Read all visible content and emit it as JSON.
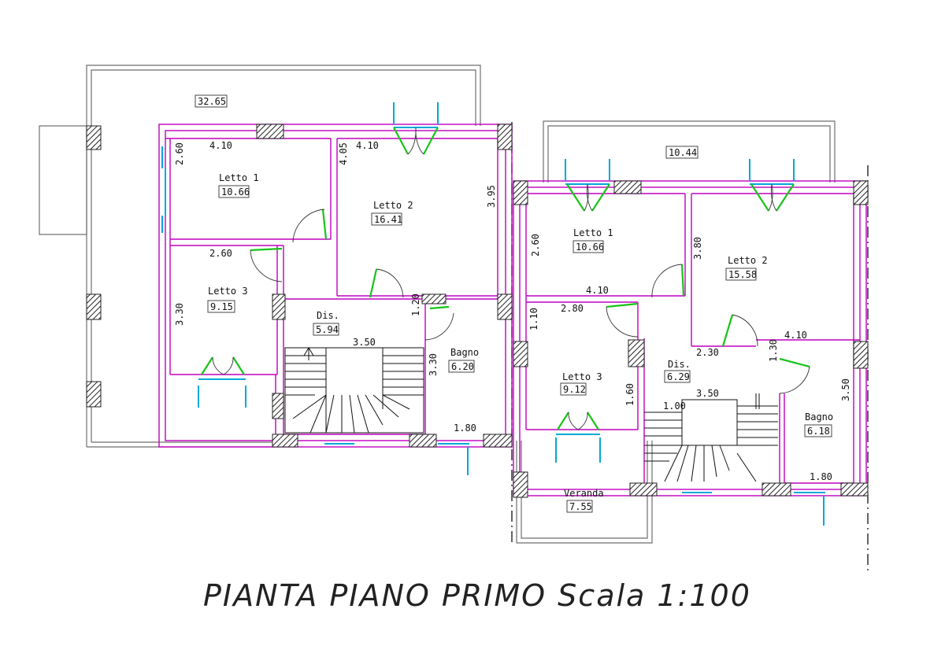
{
  "title": "PIANTA PIANO PRIMO Scala 1:100",
  "terraces": {
    "left_area": "32.65",
    "right_area": "10.44"
  },
  "left_unit": {
    "letto1": {
      "name": "Letto 1",
      "area": "10.66",
      "dim_w": "4.10",
      "dim_h": "2.60"
    },
    "letto2": {
      "name": "Letto 2",
      "area": "16.41",
      "dim_w": "4.10",
      "dim_h": "4.05",
      "dim_h2": "3.95"
    },
    "letto3": {
      "name": "Letto 3",
      "area": "9.15",
      "dim_w": "2.60",
      "dim_h": "3.30"
    },
    "dis": {
      "name": "Dis.",
      "area": "5.94",
      "dim_w": "3.50",
      "dim_h": "1.20"
    },
    "bagno": {
      "name": "Bagno",
      "area": "6.20",
      "dim_h": "3.30",
      "dim_w": "1.80"
    }
  },
  "right_unit": {
    "letto1": {
      "name": "Letto 1",
      "area": "10.66",
      "dim_h": "2.60",
      "dim_w": "4.10"
    },
    "letto2": {
      "name": "Letto 2",
      "area": "15.58",
      "dim_h": "3.80",
      "dim_w": "4.10"
    },
    "letto3": {
      "name": "Letto 3",
      "area": "9.12",
      "dim_w": "2.80",
      "dim_h": "1.10",
      "dim_h2": "1.60"
    },
    "dis": {
      "name": "Dis.",
      "area": "6.29",
      "dim_w": "2.30",
      "dim_w2": "3.50",
      "dim_h": "1.30",
      "dim_s": "1.00"
    },
    "bagno": {
      "name": "Bagno",
      "area": "6.18",
      "dim_h": "3.50",
      "dim_w": "1.80"
    },
    "veranda": {
      "name": "Veranda",
      "area": "7.55"
    }
  },
  "colors": {
    "walls": "#c000c0",
    "windows": "#00a8d8",
    "doors": "#18c418",
    "outline": "#6e6e6e"
  }
}
